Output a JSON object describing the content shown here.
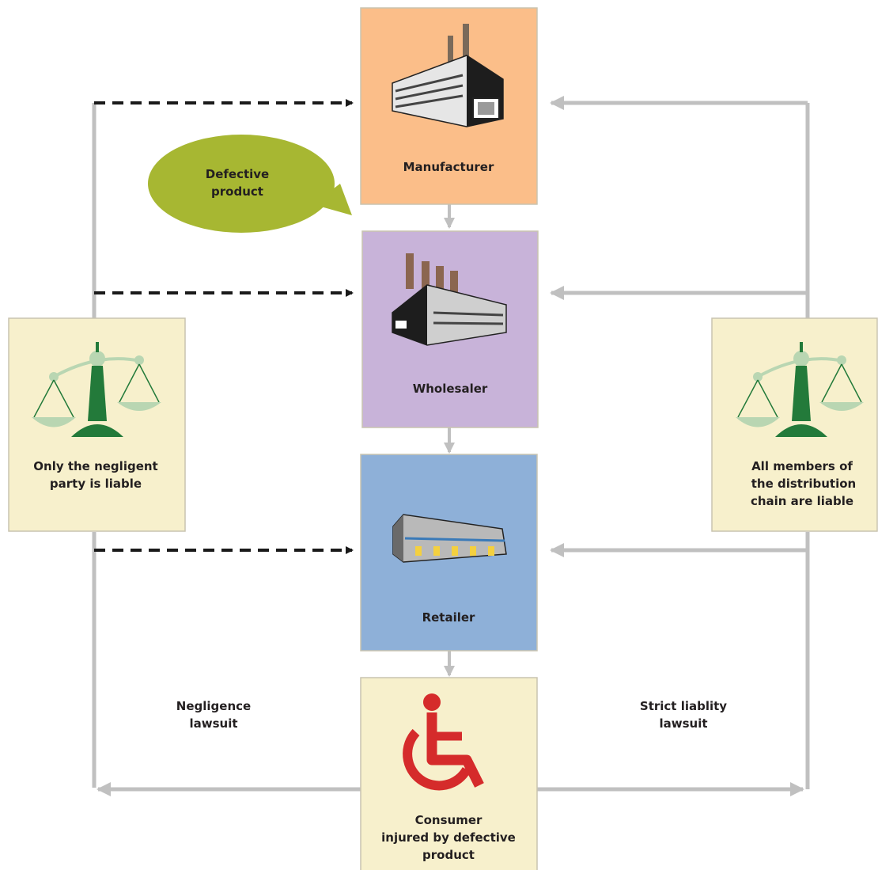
{
  "nodes": {
    "manufacturer": {
      "label": "Manufacturer",
      "fill": "#fbbe89"
    },
    "wholesaler": {
      "label": "Wholesaler",
      "fill": "#c8b3d9"
    },
    "retailer": {
      "label": "Retailer",
      "fill": "#8eb0d8"
    },
    "consumer": {
      "line1": "Consumer",
      "line2": "injured by defective",
      "line3": "product",
      "fill": "#f7f0cc"
    }
  },
  "callout": {
    "line1": "Defective",
    "line2": "product",
    "fill": "#a7b732"
  },
  "left_box": {
    "line1": "Only the negligent",
    "line2": "party is liable",
    "fill": "#f7f0cc"
  },
  "right_box": {
    "line1": "All members of",
    "line2": "the distribution",
    "line3": "chain are liable",
    "fill": "#f7f0cc"
  },
  "lawsuits": {
    "negligence": {
      "line1": "Negligence",
      "line2": "lawsuit"
    },
    "strict": {
      "line1": "Strict liablity",
      "line2": "lawsuit"
    }
  },
  "colors": {
    "solid_arrow": "#c0c0c0",
    "dashed_arrow": "#1a1a1a",
    "scale_green": "#237a3a",
    "scale_light": "#b9d6b2",
    "wheelchair_red": "#d52b2b",
    "box_border": "#c9c4b0"
  },
  "icons": {
    "manufacturer": "factory-icon",
    "wholesaler": "factory-icon",
    "retailer": "store-icon",
    "consumer": "wheelchair-icon",
    "scales": "scales-of-justice-icon"
  }
}
